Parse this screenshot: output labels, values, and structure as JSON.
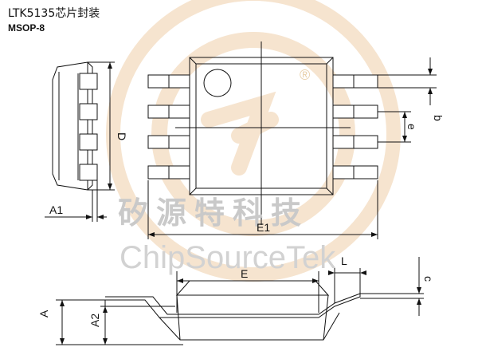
{
  "header": {
    "title": "LTK5135芯片封装",
    "subtitle": "MSOP-8"
  },
  "labels": {
    "A1": "A1",
    "D": "D",
    "E1": "E1",
    "e": "e",
    "b": "b",
    "E": "E",
    "L": "L",
    "c": "c",
    "A": "A",
    "A2": "A2"
  },
  "watermark": {
    "chinese": "矽源特科技",
    "english": "ChipSourceTek",
    "registered": "®"
  },
  "colors": {
    "line": "#111111",
    "watermark_ring": "#f3dcc2",
    "watermark_text": "#cccccc"
  }
}
